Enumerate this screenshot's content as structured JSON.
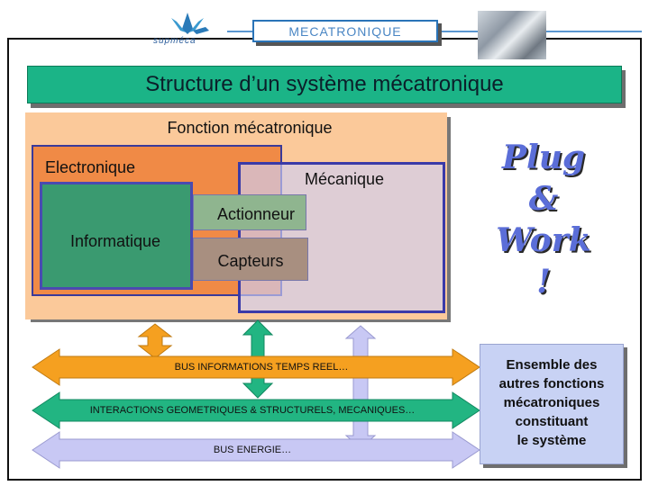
{
  "header": {
    "title": "MECATRONIQUE",
    "logo_text": "supméca"
  },
  "banner": {
    "title": "Structure d’un système mécatronique"
  },
  "diagram": {
    "fonction_label": "Fonction mécatronique",
    "electronique_label": "Electronique",
    "mecanique_label": "Mécanique",
    "informatique_label": "Informatique",
    "actionneur_label": "Actionneur",
    "capteurs_label": "Capteurs"
  },
  "slogan": {
    "line1": "Plug",
    "line2": "&",
    "line3": "Work",
    "line4": "!"
  },
  "ensemble": {
    "line1": "Ensemble des",
    "line2": "autres fonctions",
    "line3": "mécatroniques",
    "line4": "constituant",
    "line5": "le système"
  },
  "buses": {
    "info_label": "BUS INFORMATIONS TEMPS REEL…",
    "interactions_label": "INTERACTIONS GEOMETRIQUES & STRUCTURELS, MECANIQUES…",
    "energie_label": "BUS ENERGIE…"
  },
  "colors": {
    "banner": "#1bb487",
    "fonction_box": "#fbc99a",
    "electronique_box": "#f08a46",
    "informatique_box": "#3a9a70",
    "mecanique_box": "#ceCEF4",
    "bus_info": "#f5a020",
    "bus_interactions": "#22b582",
    "bus_energie": "#c8c8f4",
    "slogan": "#5b6ed8"
  }
}
